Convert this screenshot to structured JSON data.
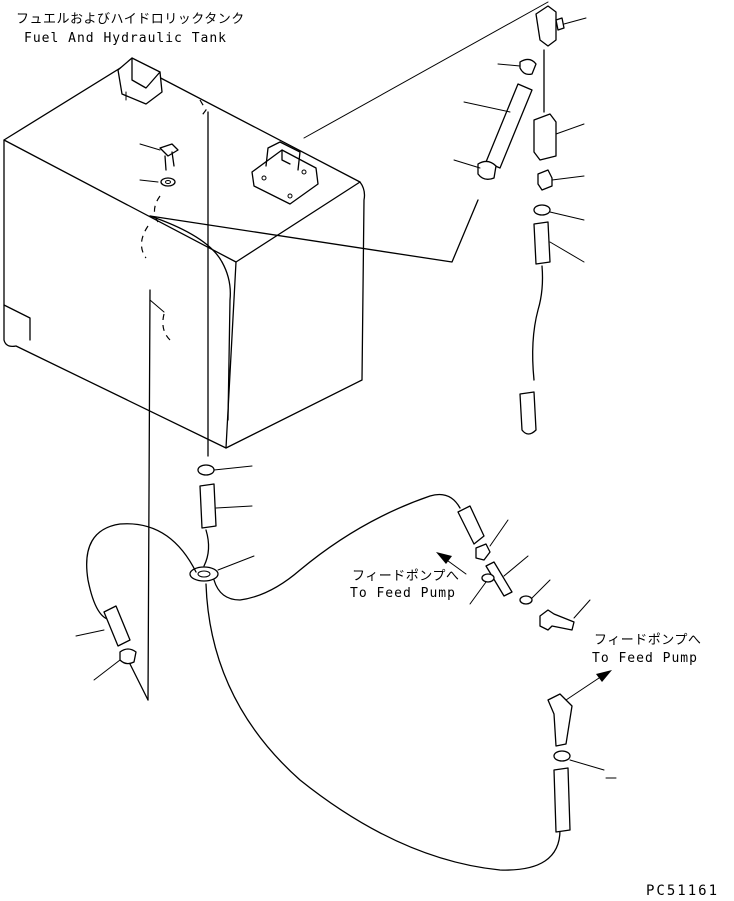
{
  "title": {
    "jp": "フュエルおよびハイドロリックタンク",
    "en": "Fuel And Hydraulic Tank"
  },
  "feed_pump_labels": [
    {
      "jp": "フィードポンプへ",
      "en": "To Feed Pump"
    },
    {
      "jp": "フィードポンプへ",
      "en": "To Feed Pump"
    }
  ],
  "drawing_code": "PC51161"
}
